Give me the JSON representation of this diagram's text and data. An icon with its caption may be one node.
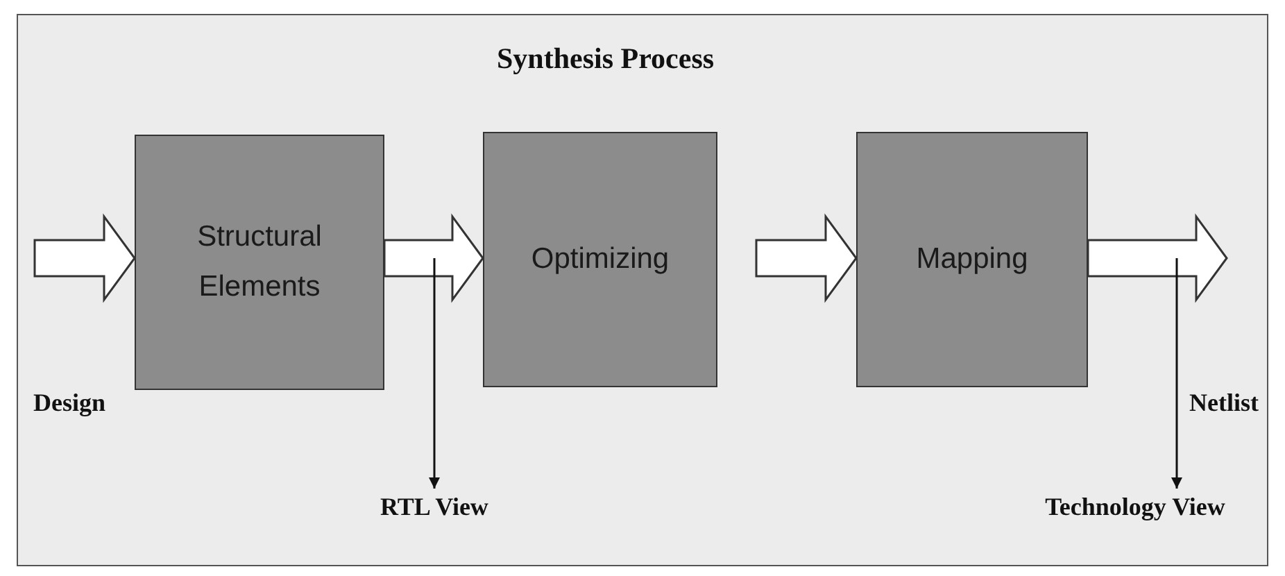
{
  "diagram": {
    "title": "Synthesis Process",
    "nodes": [
      {
        "text": [
          "Structural Elements"
        ]
      },
      {
        "text": [
          "Optimizing"
        ]
      },
      {
        "text": [
          "Mapping"
        ]
      },
      {
        "text": [
          "RTL View"
        ]
      },
      {
        "text": [
          "Technology View"
        ]
      }
    ],
    "edges": [
      {
        "from": null,
        "to": 0,
        "arrow": "to",
        "style": "thick"
      },
      {
        "from": 0,
        "to": 1,
        "arrow": "to",
        "style": "thick"
      },
      {
        "from": 1,
        "to": 2,
        "arrow": "to",
        "style": "thick"
      },
      {
        "from": 2,
        "to": null,
        "arrow": "to",
        "style": "thick"
      },
      {
        "from": null,
        "to": 3,
        "arrow": "to"
      },
      {
        "from": null,
        "to": 4,
        "arrow": "to"
      }
    ],
    "labels": [
      "Design",
      "Netlist"
    ]
  }
}
